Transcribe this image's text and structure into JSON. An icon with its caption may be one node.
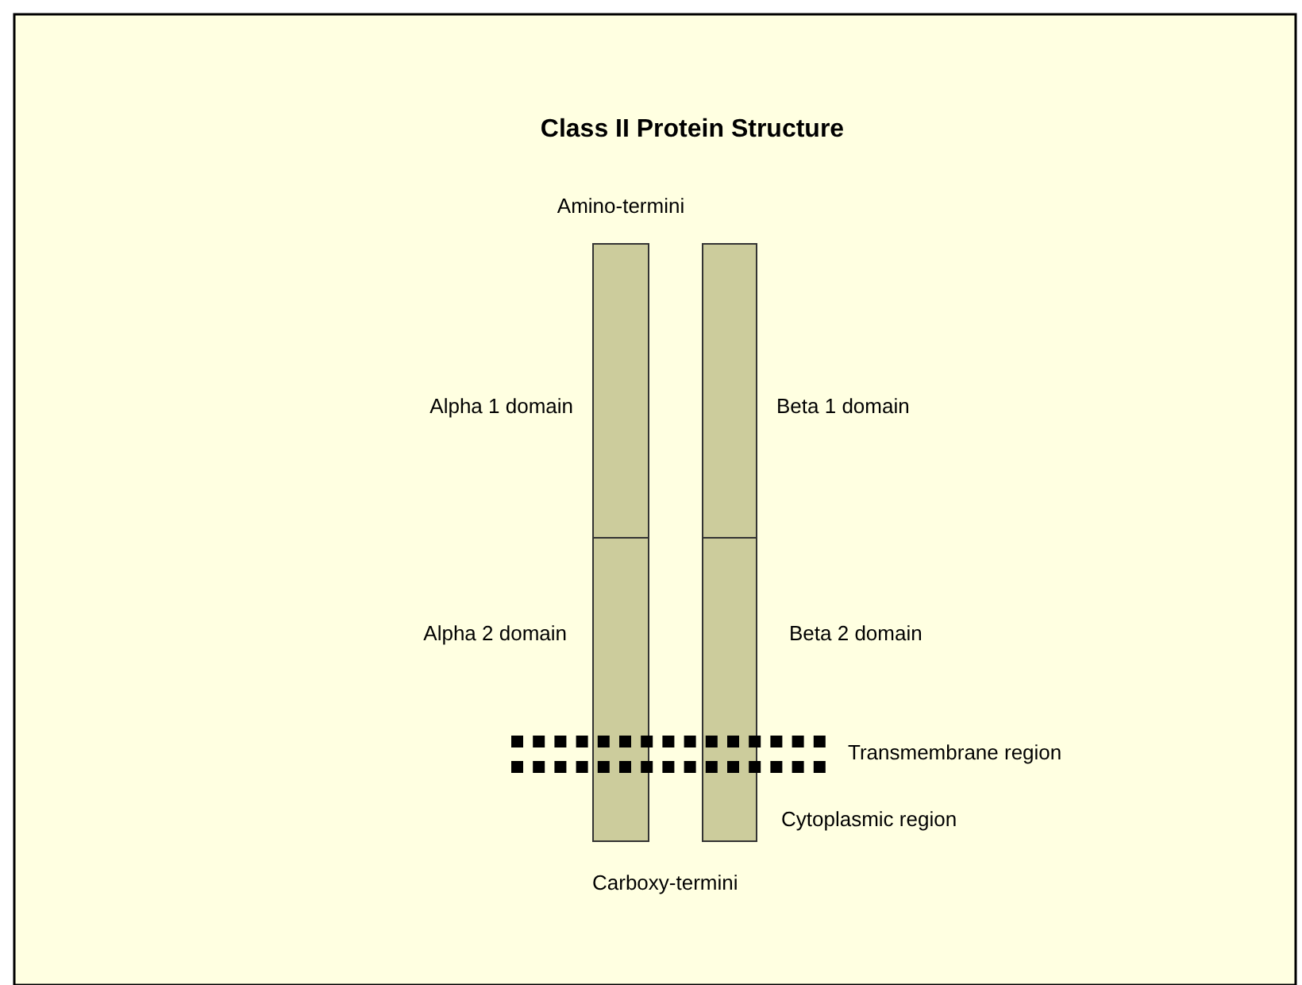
{
  "diagram": {
    "title": "Class II Protein Structure",
    "nodes": [
      {
        "text": [],
        "shape": "box",
        "beside": [
          "Alpha 1 domain"
        ]
      },
      {
        "text": [],
        "shape": "box",
        "beside": [
          "Beta 1 domain"
        ]
      },
      {
        "text": [],
        "shape": "box",
        "beside": [
          "Alpha 2 domain"
        ]
      },
      {
        "text": [],
        "shape": "box",
        "beside": [
          "Beta 2 domain"
        ]
      }
    ],
    "labels": [
      "Amino-termini",
      "Transmembrane region",
      "Cytoplasmic region",
      "Carboxy-termini"
    ]
  }
}
